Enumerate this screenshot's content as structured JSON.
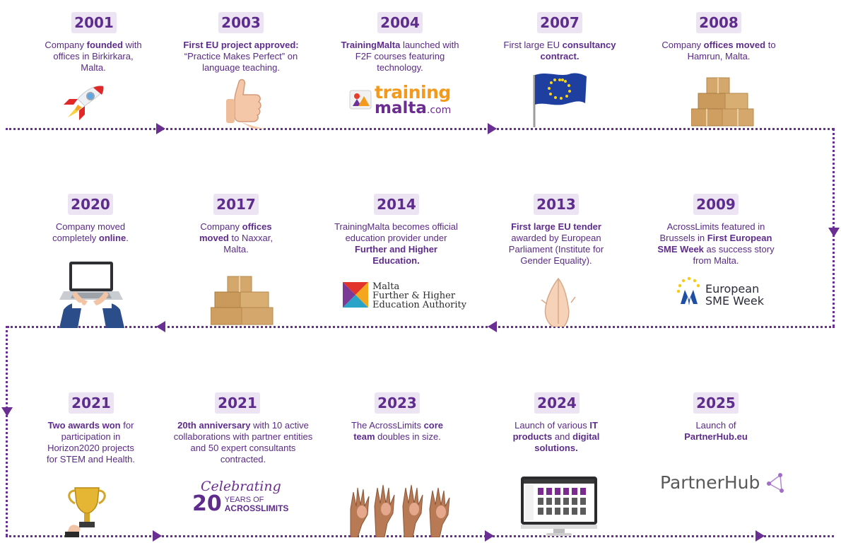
{
  "milestones": [
    {
      "year": "2001",
      "lines": [
        [
          "Company ",
          ""
        ],
        [
          "founded",
          "b"
        ],
        [
          " with offices in Birkirkara, Malta.",
          ""
        ]
      ]
    },
    {
      "year": "2003",
      "lines": [
        [
          "First EU project approved:",
          "b"
        ],
        [
          " “Practice Makes Perfect” on language teaching.",
          ""
        ]
      ]
    },
    {
      "year": "2004",
      "lines": [
        [
          "TrainingMalta",
          "b"
        ],
        [
          " launched with F2F courses featuring technology.",
          ""
        ]
      ]
    },
    {
      "year": "2007",
      "lines": [
        [
          "First large EU ",
          ""
        ],
        [
          "consultancy contract.",
          "b"
        ]
      ]
    },
    {
      "year": "2008",
      "lines": [
        [
          "Company ",
          ""
        ],
        [
          "offices moved",
          "b"
        ],
        [
          " to Hamrun, Malta.",
          ""
        ]
      ]
    },
    {
      "year": "2020",
      "lines": [
        [
          "Company moved completely ",
          ""
        ],
        [
          "online",
          "b"
        ],
        [
          ".",
          ""
        ]
      ]
    },
    {
      "year": "2017",
      "lines": [
        [
          "Company ",
          ""
        ],
        [
          "offices moved",
          "b"
        ],
        [
          " to Naxxar, Malta.",
          ""
        ]
      ]
    },
    {
      "year": "2014",
      "lines": [
        [
          "TrainingMalta becomes official education provider under ",
          ""
        ],
        [
          "Further and Higher Education.",
          "b"
        ]
      ]
    },
    {
      "year": "2013",
      "lines": [
        [
          "First large EU tender",
          "b"
        ],
        [
          " awarded by European Parliament (Institute for Gender Equality).",
          ""
        ]
      ]
    },
    {
      "year": "2009",
      "lines": [
        [
          "AcrossLimits featured in Brussels in ",
          ""
        ],
        [
          "First European SME Week",
          "b"
        ],
        [
          " as success story from Malta.",
          ""
        ]
      ]
    },
    {
      "year": "2021",
      "lines": [
        [
          "Two awards won",
          "b"
        ],
        [
          " for participation in Horizon2020 projects for STEM and Health.",
          ""
        ]
      ]
    },
    {
      "year": "2021",
      "lines": [
        [
          "20th anniversary",
          "b"
        ],
        [
          " with 10 active collaborations with partner entities and 50 expert consultants contracted.",
          ""
        ]
      ]
    },
    {
      "year": "2023",
      "lines": [
        [
          "The AcrossLimits ",
          ""
        ],
        [
          "core team",
          "b"
        ],
        [
          " doubles in size.",
          ""
        ]
      ]
    },
    {
      "year": "2024",
      "lines": [
        [
          "Launch of various ",
          ""
        ],
        [
          "IT products",
          "b"
        ],
        [
          " and ",
          ""
        ],
        [
          "digital solutions.",
          "b"
        ]
      ]
    },
    {
      "year": "2025",
      "lines": [
        [
          "Launch of ",
          ""
        ],
        [
          "PartnerHub.eu",
          "b"
        ]
      ]
    }
  ],
  "logos": {
    "trainingmalta_1": "training",
    "trainingmalta_2": "malta",
    "trainingmalta_3": ".com",
    "mfhea_1": "Malta",
    "mfhea_2": "Further & Higher",
    "mfhea_3": "Education Authority",
    "sme_1": "European",
    "sme_2": "SME Week",
    "celebrating": "Celebrating",
    "twenty": "20",
    "years_of": "YEARS OF",
    "acrosslimits": "ACROSSLIMITS",
    "partnerhub": "PartnerHub"
  },
  "colors": {
    "accent": "#5e2c8c",
    "line": "#6a2f93",
    "year_bg": "#ece3f3",
    "orange": "#f39a1e"
  }
}
